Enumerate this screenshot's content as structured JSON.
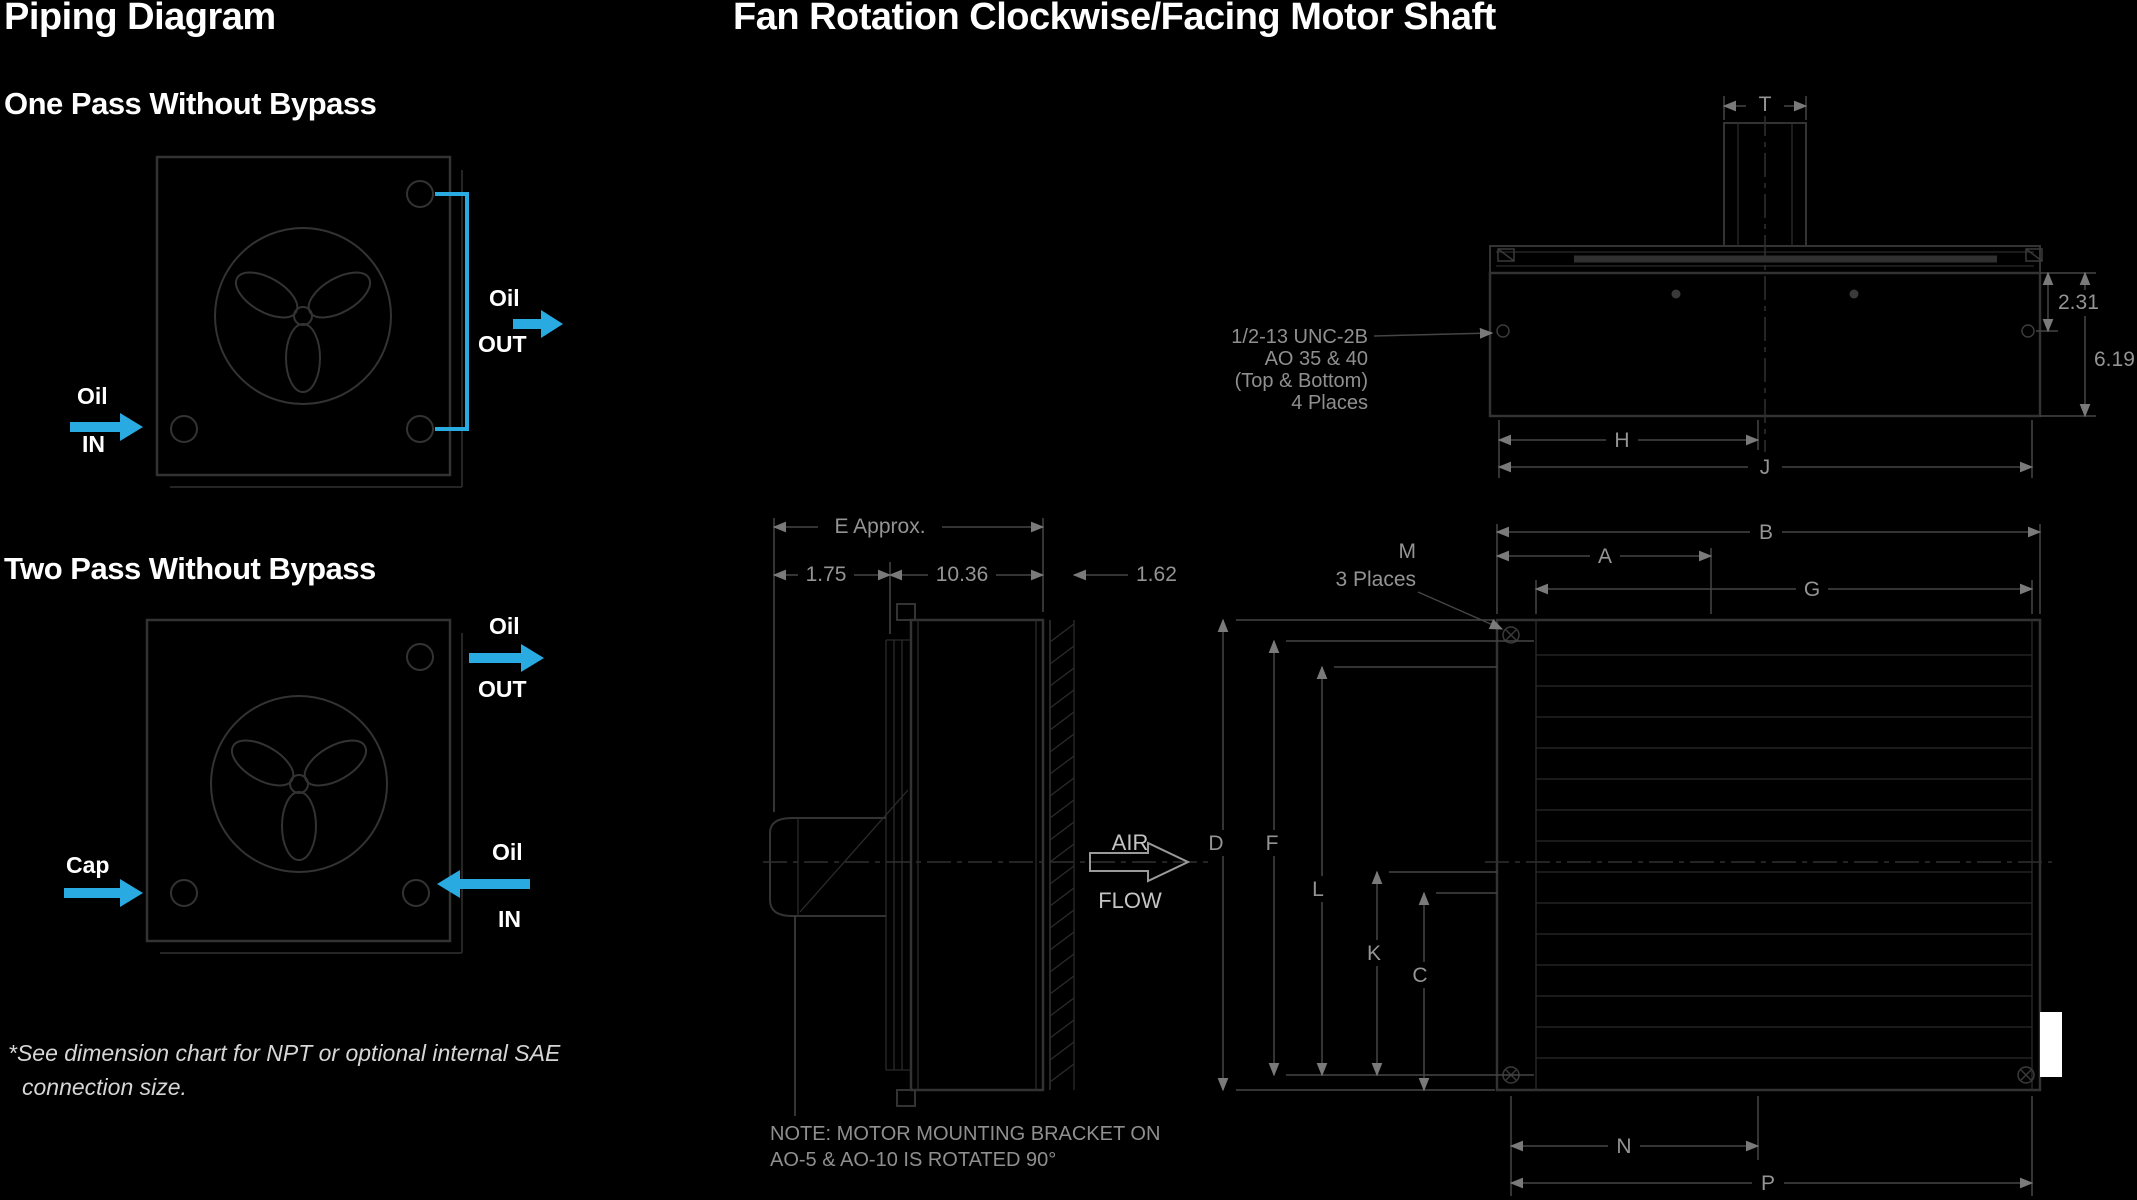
{
  "colors": {
    "background": "#000000",
    "accent_cyan": "#29ABE2",
    "drawing_line": "#333333",
    "dimension_text": "#949494",
    "heading_text": "#FFFFFF"
  },
  "left": {
    "title": "Piping Diagram",
    "one_pass": {
      "heading": "One Pass Without Bypass",
      "oil_out_word": "Oil",
      "oil_out_dir": "OUT",
      "oil_in_word": "Oil",
      "oil_in_dir": "IN"
    },
    "two_pass": {
      "heading": "Two Pass Without Bypass",
      "oil_out_word": "Oil",
      "oil_out_dir": "OUT",
      "cap_label": "Cap",
      "oil_in_word": "Oil",
      "oil_in_dir": "IN"
    },
    "footnote": {
      "line1": "*See dimension chart for NPT or optional internal SAE",
      "line2": "connection size."
    }
  },
  "right": {
    "title": "Fan Rotation Clockwise/Facing Motor Shaft",
    "top_view": {
      "dim_t": "T",
      "dim_231": "2.31",
      "dim_619": "6.19",
      "dim_h": "H",
      "dim_j": "J",
      "note": {
        "line1": "1/2-13 UNC-2B",
        "line2": "AO 35 & 40",
        "line3": "(Top & Bottom)",
        "line4": "4 Places"
      }
    },
    "side_view": {
      "dim_e": "E Approx.",
      "dim_175": "1.75",
      "dim_1036": "10.36",
      "dim_162": "1.62",
      "air": "AIR",
      "flow": "FLOW",
      "note": {
        "line1": "NOTE: MOTOR MOUNTING BRACKET ON",
        "line2": "AO-5 & AO-10 IS ROTATED 90°"
      }
    },
    "front_view": {
      "dim_b": "B",
      "dim_a": "A",
      "dim_g": "G",
      "dim_m": "M",
      "m_places": "3 Places",
      "dim_d": "D",
      "dim_f": "F",
      "dim_l": "L",
      "dim_k": "K",
      "dim_c": "C",
      "dim_n": "N",
      "dim_p": "P"
    }
  }
}
